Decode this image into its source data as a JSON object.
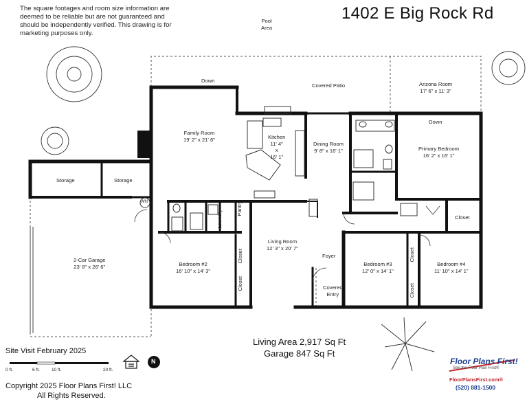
{
  "disclaimer": "The square footages and room size information are deemed to be reliable but are not guaranteed and should be independently verified. This drawing is for marketing purposes only.",
  "address": "1402 E Big Rock Rd",
  "areas": {
    "pool": [
      "Pool",
      "Area"
    ],
    "covered_patio": "Covered Patio",
    "arizona_room": [
      "Arizona Room",
      "17' 6\" x 11' 3\""
    ],
    "family_room": [
      "Family Room",
      "19' 2\" x 21' 6\""
    ],
    "kitchen": [
      "Kitchen",
      "11' 4\"",
      "x",
      "16' 1\""
    ],
    "dining_room": [
      "Dining Room",
      "9' 8\" x 16' 1\""
    ],
    "primary_bedroom": [
      "Primary Bedroom",
      "16' 2\" x 16' 1\""
    ],
    "storage_1": "Storage",
    "storage_2": "Storage",
    "wh": "WH",
    "laundry": "Laundry",
    "pantry": "Pantry",
    "garage": [
      "2-Car Garage",
      "23' 8\" x 26' 6\""
    ],
    "bedroom_2": [
      "Bedroom #2",
      "16' 10\" x 14' 3\""
    ],
    "closet_left_1": "Closet",
    "closet_left_2": "Closet",
    "living_room": [
      "Living Room",
      "12' 3\" x 20' 7\""
    ],
    "foyer": "Foyer",
    "covered_entry": [
      "Covered",
      "Entry"
    ],
    "bedroom_3": [
      "Bedroom #3",
      "12' 0\" x 14' 1\""
    ],
    "bedroom_4": [
      "Bedroom #4",
      "11' 10\" x 14' 1\""
    ],
    "closet_b3": "Closet",
    "closet_b3b": "Closet",
    "closet_primary": "Closet",
    "down_1": "Down",
    "down_2": "Down"
  },
  "totals": {
    "living": "Living Area 2,917 Sq Ft",
    "garage": "Garage 847 Sq Ft"
  },
  "site_visit": "Site Visit February 2025",
  "scale": [
    "0 ft.",
    "6 ft.",
    "10 ft.",
    "20 ft."
  ],
  "copyright": [
    "Copyright 2025 Floor Plans First! LLC",
    "All Rights Reserved."
  ],
  "brand": {
    "name": "Floor Plans First!",
    "tagline": "See the Floor Plan First®",
    "url": "FloorPlansFirst.com®",
    "phone": "(520) 881-1500"
  },
  "compass": "N",
  "colors": {
    "wall": "#111111",
    "brand_blue": "#1a3f8f",
    "brand_red": "#c0242b"
  }
}
